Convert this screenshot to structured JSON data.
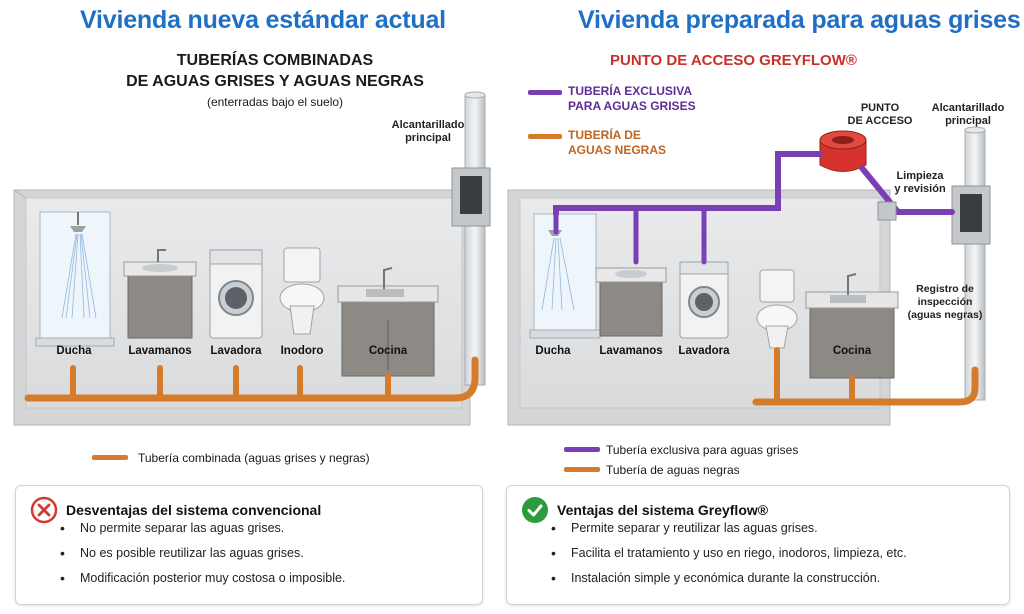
{
  "left": {
    "title": "Vivienda nueva estándar actual",
    "subtitle_line1": "TUBERÍAS COMBINADAS",
    "subtitle_line2": "DE AGUAS GRISES Y AGUAS NEGRAS",
    "subtitle_note": "(enterradas bajo el suelo)",
    "sewer_label_line1": "Alcantarillado",
    "sewer_label_line2": "principal",
    "fixtures": [
      "Ducha",
      "Lavamanos",
      "Lavadora",
      "Inodoro",
      "Cocina"
    ],
    "legend": "Tubería combinada (aguas grises y negras)"
  },
  "right": {
    "title": "Vivienda preparada para aguas grises",
    "subtitle": "PUNTO DE ACCESO GREYFLOW®",
    "legend_grey_line1": "TUBERÍA EXCLUSIVA",
    "legend_grey_line2": "PARA AGUAS GRISES",
    "legend_black_line1": "TUBERÍA DE",
    "legend_black_line2": "AGUAS NEGRAS",
    "access_label_line1": "PUNTO",
    "access_label_line2": "DE ACCESO",
    "sewer_label_line1": "Alcantarillado",
    "sewer_label_line2": "principal",
    "cleaning_line1": "Limpieza",
    "cleaning_line2": "y revisión",
    "inspection_line1": "Registro de",
    "inspection_line2": "inspección",
    "inspection_line3": "(aguas negras)",
    "fixtures": [
      "Ducha",
      "Lavamanos",
      "Lavadora",
      "Cocina"
    ],
    "bottom_legend_grey": "Tubería exclusiva para aguas grises",
    "bottom_legend_black": "Tubería de aguas negras"
  },
  "disadvantages": {
    "title": "Desventajas del sistema convencional",
    "items": [
      "No permite separar las aguas grises.",
      "No es posible reutilizar las aguas grises.",
      "Modificación posterior muy costosa o imposible."
    ]
  },
  "advantages": {
    "title": "Ventajas del sistema Greyflow®",
    "items": [
      "Permite separar y reutilizar las aguas grises.",
      "Facilita el tratamiento y uso en riego, inodoros, limpieza, etc.",
      "Instalación simple y económica durante la construcción."
    ]
  },
  "colors": {
    "title_blue": "#1f6fc4",
    "grey_water_pipe": "#7b3fb5",
    "black_water_pipe": "#d67a2c",
    "accent_red": "#c8302a",
    "check_green": "#2e9a3e",
    "cross_red": "#d23a2f"
  }
}
